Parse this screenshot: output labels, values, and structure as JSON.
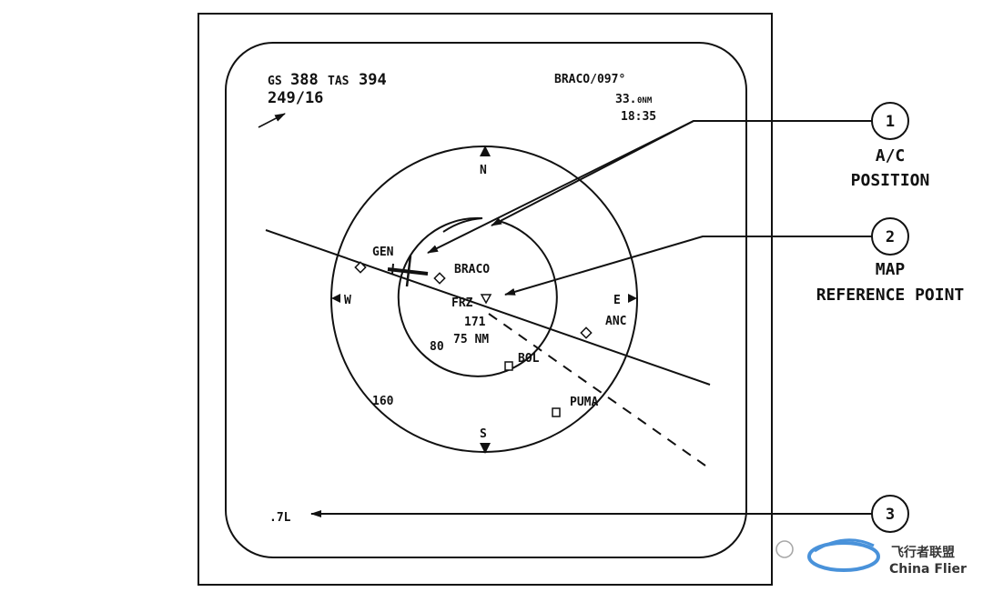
{
  "display": {
    "gs_label": "GS",
    "gs_value": "388",
    "tas_label": "TAS",
    "tas_value": "394",
    "wind": "249/16",
    "waypoint": "BRACO/097°",
    "distance_value": "33.",
    "distance_unit": "0NM",
    "eta": "18:35",
    "range_setting": ".7L"
  },
  "compass": {
    "north": "N",
    "south": "S",
    "east": "E",
    "west": "W"
  },
  "waypoints": {
    "gen": "GEN",
    "braco": "BRACO",
    "frz": "FRZ",
    "anc": "ANC",
    "bol": "BOL",
    "puma": "PUMA"
  },
  "route_info": {
    "course": "171",
    "distance": "75 NM"
  },
  "range_rings": {
    "inner": "80",
    "outer": "160"
  },
  "callouts": [
    {
      "number": "1",
      "line1": "A/C",
      "line2": "POSITION"
    },
    {
      "number": "2",
      "line1": "MAP",
      "line2": "REFERENCE POINT"
    },
    {
      "number": "3"
    }
  ],
  "watermark": {
    "cn_text": "飞行者联盟",
    "en_text": "China Flier"
  },
  "colors": {
    "ink": "#111111",
    "watermark_blue": "#2a7fd4",
    "watermark_orange": "#f0a020"
  }
}
